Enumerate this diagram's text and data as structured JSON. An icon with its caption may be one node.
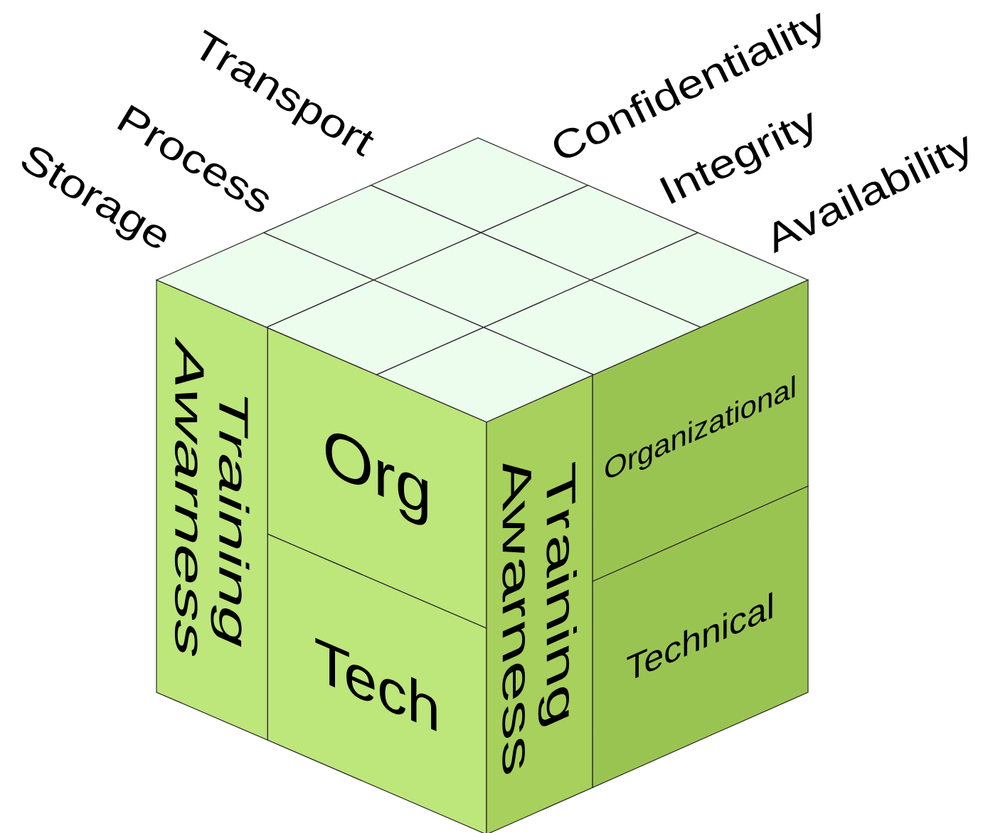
{
  "diagram": {
    "nodes": [
      {
        "text": [],
        "shape": "diamond"
      },
      {
        "text": [],
        "shape": "diamond"
      },
      {
        "text": [],
        "shape": "diamond"
      },
      {
        "text": [],
        "shape": "diamond"
      },
      {
        "text": [],
        "shape": "diamond"
      },
      {
        "text": [],
        "shape": "diamond"
      },
      {
        "text": [],
        "shape": "diamond"
      },
      {
        "text": [],
        "shape": "diamond"
      },
      {
        "text": [],
        "shape": "diamond"
      },
      {
        "text": [
          "Training Awarness"
        ]
      },
      {
        "text": [
          "Org"
        ]
      },
      {
        "text": [
          "Tech"
        ]
      },
      {
        "text": [
          "Training Awarness"
        ]
      },
      {
        "text": [
          "Organizational"
        ]
      },
      {
        "text": [
          "Technical"
        ]
      }
    ],
    "labels": [
      "Transport",
      "Process",
      "Storage",
      "Confidentiality",
      "Integrity",
      "Availability"
    ]
  }
}
